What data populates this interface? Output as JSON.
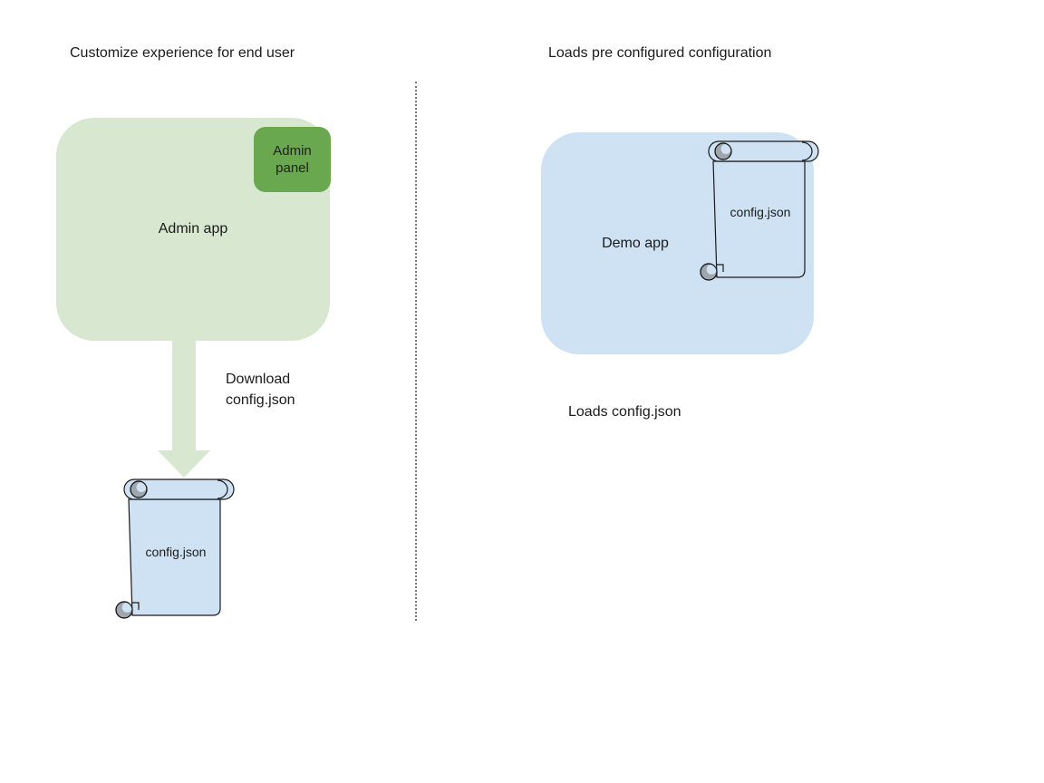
{
  "colors": {
    "green-light": "#d8e7cf",
    "green-dark": "#6aa84f",
    "blue-light": "#cfe2f3",
    "curl-gray": "#9fa6ad",
    "divider-gray": "#7a7a7a",
    "text": "#1b1b1b"
  },
  "left": {
    "title": "Customize experience for end user",
    "admin_app_label": "Admin app",
    "admin_panel_label": "Admin panel",
    "arrow_label": "Download config.json",
    "config_file_label": "config.json"
  },
  "right": {
    "title": "Loads pre configured configuration",
    "demo_app_label": "Demo app",
    "config_file_label": "config.json",
    "caption": "Loads config.json"
  }
}
